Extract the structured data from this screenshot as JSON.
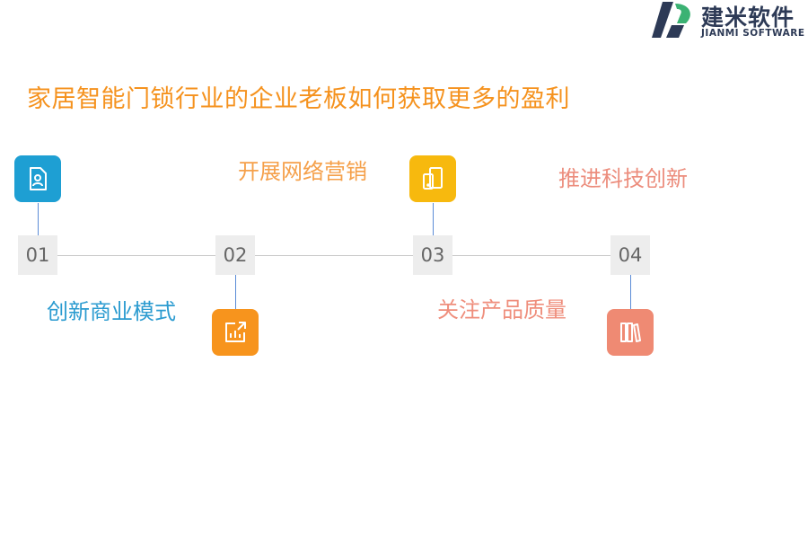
{
  "logo": {
    "name_cn": "建米软件",
    "name_en": "JIANMI SOFTWARE",
    "mark_color": "#2d3a56",
    "accent_color": "#3bb273"
  },
  "title": "家居智能门锁行业的企业老板如何获取更多的盈利",
  "steps": [
    {
      "number": "01",
      "label": "创新商业模式",
      "icon": "user-document-icon",
      "color": "#1e9fd3",
      "label_color": "#2b9bd0"
    },
    {
      "number": "02",
      "label": "开展网络营销",
      "icon": "bar-chart-export-icon",
      "color": "#f7941d",
      "label_color": "#f5a04a"
    },
    {
      "number": "03",
      "label": "关注产品质量",
      "icon": "mobile-devices-icon",
      "color": "#f7b90e",
      "label_color": "#ef8e7c"
    },
    {
      "number": "04",
      "label": "推进科技创新",
      "icon": "books-icon",
      "color": "#ef8a73",
      "label_color": "#ec8d7d"
    }
  ]
}
